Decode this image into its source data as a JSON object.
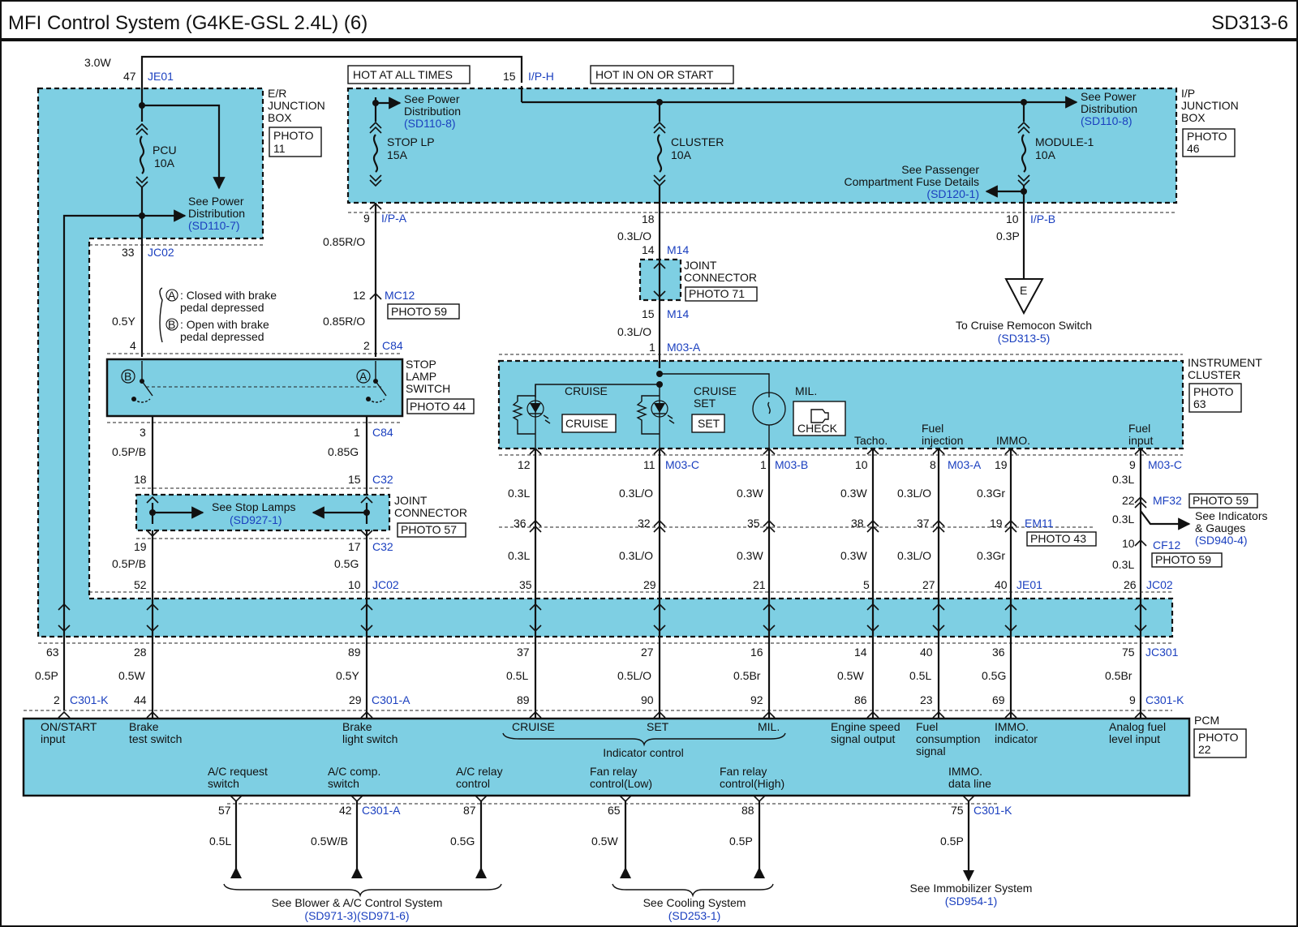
{
  "header": {
    "title": "MFI Control System (G4KE-GSL 2.4L) (6)",
    "code": "SD313-6"
  },
  "top": {
    "watt": "3.0W",
    "pin47": "47",
    "je01": "JE01",
    "hot_all": "HOT AT ALL TIMES",
    "hot_on": "HOT IN ON OR START",
    "pin15": "15",
    "iph": "I/P-H"
  },
  "er_box": {
    "l1": "E/R",
    "l2": "JUNCTION",
    "l3": "BOX",
    "photo1": "PHOTO",
    "photo2": "11",
    "fuse_name": "PCU",
    "fuse_amp": "10A",
    "see1": "See Power",
    "see2": "Distribution",
    "see_ref": "(SD110-7)"
  },
  "ip_box": {
    "l1": "I/P",
    "l2": "JUNCTION",
    "l3": "BOX",
    "photo1": "PHOTO",
    "photo2": "46",
    "see_l1": "See Power",
    "see_l2": "Distribution",
    "see_lref": "(SD110-8)",
    "see_r1": "See Power",
    "see_r2": "Distribution",
    "see_rref": "(SD110-8)",
    "f1_name": "STOP LP",
    "f1_amp": "15A",
    "f2_name": "CLUSTER",
    "f2_amp": "10A",
    "f3_name": "MODULE-1",
    "f3_amp": "10A",
    "pass1": "See Passenger",
    "pass2": "Compartment Fuse Details",
    "pass_ref": "(SD120-1)"
  },
  "wires_upper": {
    "p9": "9",
    "ipa": "I/P-A",
    "w085ro": "0.85R/O",
    "p12": "12",
    "mc12": "MC12",
    "photo59": "PHOTO 59",
    "w085ro2": "0.85R/O",
    "p2": "2",
    "c84": "C84",
    "p33": "33",
    "jc02": "JC02",
    "w05y": "0.5Y",
    "p4": "4",
    "p18": "18",
    "w03lo": "0.3L/O",
    "p14": "14",
    "m14": "M14",
    "jc_l1": "JOINT",
    "jc_l2": "CONNECTOR",
    "photo71": "PHOTO 71",
    "p15": "15",
    "m14b": "M14",
    "w03lo2": "0.3L/O",
    "p1": "1",
    "m03a": "M03-A",
    "p10": "10",
    "ipb": "I/P-B",
    "w03p": "0.3P",
    "e": "E",
    "cruise_remo": "To Cruise Remocon Switch",
    "cruise_ref": "(SD313-5)"
  },
  "notes": {
    "a_letter": "A",
    "a_text1": ": Closed with brake",
    "a_text2": "pedal depressed",
    "b_letter": "B",
    "b_text1": ": Open with brake",
    "b_text2": "pedal depressed"
  },
  "stop_switch": {
    "l1": "STOP",
    "l2": "LAMP",
    "l3": "SWITCH",
    "photo": "PHOTO 44"
  },
  "lower_left": {
    "p3": "3",
    "w05pb": "0.5P/B",
    "p1": "1",
    "c84": "C84",
    "w085g": "0.85G",
    "p18": "18",
    "p15": "15",
    "c32": "C32",
    "stop_lamps": "See Stop Lamps",
    "stop_ref": "(SD927-1)",
    "jc_l1": "JOINT",
    "jc_l2": "CONNECTOR",
    "photo57": "PHOTO 57",
    "p19": "19",
    "w05pb2": "0.5P/B",
    "p17": "17",
    "c32b": "C32",
    "w05g": "0.5G",
    "p52": "52",
    "p10": "10",
    "jc02": "JC02"
  },
  "cluster": {
    "l1": "INSTRUMENT",
    "l2": "CLUSTER",
    "photo1": "PHOTO",
    "photo2": "63",
    "cruise": "CRUISE",
    "cruise_box": "CRUISE",
    "cset1": "CRUISE",
    "cset2": "SET",
    "set_box": "SET",
    "mil": "MIL.",
    "check": "CHECK",
    "tacho": "Tacho.",
    "fuel_inj1": "Fuel",
    "fuel_inj2": "injection",
    "immo": "IMMO.",
    "fuel_in1": "Fuel",
    "fuel_in2": "input"
  },
  "cluster_wires": {
    "p12": "12",
    "p11": "11",
    "m03c": "M03-C",
    "p1": "1",
    "m03b": "M03-B",
    "p10": "10",
    "p8": "8",
    "m03a": "M03-A",
    "p19": "19",
    "p9": "9",
    "m03c2": "M03-C",
    "w1": "0.3L",
    "w2": "0.3L/O",
    "w3": "0.3W",
    "w4": "0.3W",
    "w5": "0.3L/O",
    "w6": "0.3Gr",
    "w7": "0.3L",
    "p36": "36",
    "p32": "32",
    "p35": "35",
    "p38": "38",
    "p37": "37",
    "p19b": "19",
    "em11": "EM11",
    "photo43": "PHOTO 43",
    "p22": "22",
    "mf32": "MF32",
    "photo59": "PHOTO 59",
    "w8": "0.3L",
    "ind1": "See Indicators",
    "ind2": "& Gauges",
    "ind_ref": "(SD940-4)",
    "p10b": "10",
    "cf12": "CF12",
    "photo59b": "PHOTO 59",
    "w9": "0.3L",
    "v1": "0.3L",
    "v2": "0.3L/O",
    "v3": "0.3W",
    "v4": "0.3W",
    "v5": "0.3L/O",
    "v6": "0.3Gr",
    "q35": "35",
    "q29": "29",
    "q21": "21",
    "q5": "5",
    "q27": "27",
    "q40": "40",
    "je01": "JE01",
    "q26": "26",
    "jc02": "JC02"
  },
  "pcm_wires": {
    "p63": "63",
    "p28": "28",
    "p89": "89",
    "p37": "37",
    "p27": "27",
    "p16": "16",
    "p14": "14",
    "p40": "40",
    "p36": "36",
    "p75": "75",
    "jc301": "JC301",
    "w1": "0.5P",
    "w2": "0.5W",
    "w3": "0.5Y",
    "w4": "0.5L",
    "w5": "0.5L/O",
    "w6": "0.5Br",
    "w7": "0.5W",
    "w8": "0.5L",
    "w9": "0.5G",
    "w10": "0.5Br",
    "q2": "2",
    "c301k": "C301-K",
    "q44": "44",
    "q29": "29",
    "c301a": "C301-A",
    "q89": "89",
    "q90": "90",
    "q92": "92",
    "q86": "86",
    "q23": "23",
    "q69": "69",
    "q9": "9",
    "c301k2": "C301-K"
  },
  "pcm": {
    "name": "PCM",
    "photo1": "PHOTO",
    "photo2": "22",
    "onstart1": "ON/START",
    "onstart2": "input",
    "brake_t1": "Brake",
    "brake_t2": "test switch",
    "brake_l1": "Brake",
    "brake_l2": "light switch",
    "cruise": "CRUISE",
    "set": "SET",
    "mil": "MIL.",
    "ind_ctrl": "Indicator control",
    "eng1": "Engine speed",
    "eng2": "signal output",
    "fuel1": "Fuel",
    "fuel2": "consumption",
    "fuel3": "signal",
    "immo1": "IMMO.",
    "immo2": "indicator",
    "an1": "Analog fuel",
    "an2": "level input",
    "ac_req1": "A/C request",
    "ac_req2": "switch",
    "ac_comp1": "A/C comp.",
    "ac_comp2": "switch",
    "ac_rel1": "A/C relay",
    "ac_rel2": "control",
    "fan_l1": "Fan relay",
    "fan_l2": "control(Low)",
    "fan_h1": "Fan relay",
    "fan_h2": "control(High)",
    "immo_d1": "IMMO.",
    "immo_d2": "data line"
  },
  "bottom": {
    "p57": "57",
    "p42": "42",
    "c301a": "C301-A",
    "p87": "87",
    "p65": "65",
    "p88": "88",
    "p75": "75",
    "c301k": "C301-K",
    "w1": "0.5L",
    "w2": "0.5W/B",
    "w3": "0.5G",
    "w4": "0.5W",
    "w5": "0.5P",
    "w6": "0.5P",
    "blower": "See Blower & A/C Control System",
    "blower_ref": "(SD971-3)(SD971-6)",
    "cool": "See Cooling System",
    "cool_ref": "(SD253-1)",
    "immo": "See Immobilizer System",
    "immo_ref": "(SD954-1)"
  }
}
